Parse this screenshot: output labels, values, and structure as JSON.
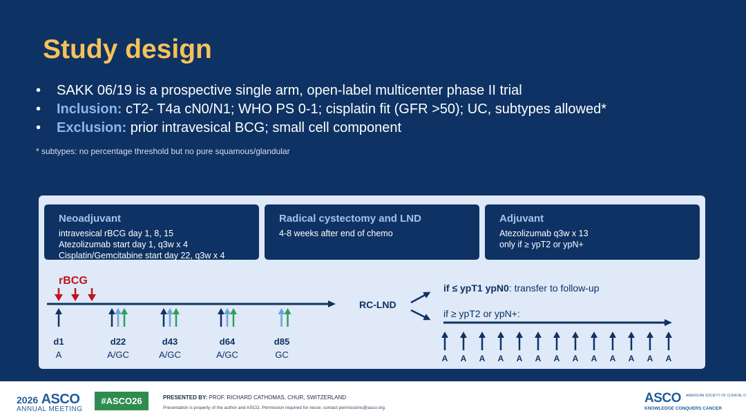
{
  "title": "Study design",
  "bullets": [
    {
      "marker": "•",
      "highlight": "",
      "text": "SAKK 06/19 is a prospective single arm, open-label multicenter phase II trial"
    },
    {
      "marker": "•",
      "highlight": "Inclusion:",
      "text": " cT2- T4a cN0/N1; WHO PS 0-1; cisplatin fit (GFR >50); UC, subtypes allowed*"
    },
    {
      "marker": "•",
      "highlight": "Exclusion:",
      "text": " prior intravesical BCG; small cell component"
    }
  ],
  "footnote": "* subtypes: no percentage threshold but no pure squamous/glandular",
  "phases": [
    {
      "title": "Neoadjuvant",
      "lines": [
        "intravesical rBCG day 1, 8, 15",
        "Atezolizumab start day 1, q3w x 4",
        "Cisplatin/Gemcitabine start day 22, q3w x 4"
      ]
    },
    {
      "title": "Radical cystectomy and LND",
      "lines": [
        "4-8 weeks after end of chemo"
      ]
    },
    {
      "title": "Adjuvant",
      "lines": [
        "Atezolizumab q3w x 13",
        "only if ≥ ypT2 or ypN+"
      ]
    }
  ],
  "timeline": {
    "rbcg_label": "rBCG",
    "rbcg_doses": 3,
    "days": [
      {
        "day": "d1",
        "label": "A",
        "arrows": [
          "atezo"
        ]
      },
      {
        "day": "d22",
        "label": "A/GC",
        "arrows": [
          "atezo",
          "cis",
          "gem"
        ]
      },
      {
        "day": "d43",
        "label": "A/GC",
        "arrows": [
          "atezo",
          "cis",
          "gem"
        ]
      },
      {
        "day": "d64",
        "label": "A/GC",
        "arrows": [
          "atezo",
          "cis",
          "gem"
        ]
      },
      {
        "day": "d85",
        "label": "GC",
        "arrows": [
          "cis",
          "gem"
        ]
      }
    ],
    "rc_label": "RC-LND",
    "branch_low_bold": "if ≤ ypT1 ypN0",
    "branch_low_text": ": transfer to follow-up",
    "branch_high": "if ≥ ypT2 or ypN+:",
    "adjuvant_label": "A",
    "adjuvant_doses": 13
  },
  "colors": {
    "background": "#0e3263",
    "title": "#f5c25a",
    "highlight": "#8fb6e6",
    "rbcg": "#c0141b",
    "atezo": "#0e3263",
    "cis": "#6fa3d6",
    "gem": "#2ca05a"
  },
  "footer": {
    "meeting_year": "2026",
    "meeting_name": "ASCO",
    "meeting_sub": "ANNUAL MEETING",
    "hashtag": "#ASCO26",
    "presented_by": "PRESENTED BY:",
    "presenter": "PROF. RICHARD CATHOMAS, CHUR, SWITZERLAND",
    "permission": "Presentation is property of the author and ASCO. Permission required for reuse; contact permissions@asco.org.",
    "logo_name": "ASCO",
    "logo_society": "AMERICAN SOCIETY OF CLINICAL ONCOLOGY",
    "logo_tagline": "KNOWLEDGE CONQUERS CANCER"
  }
}
